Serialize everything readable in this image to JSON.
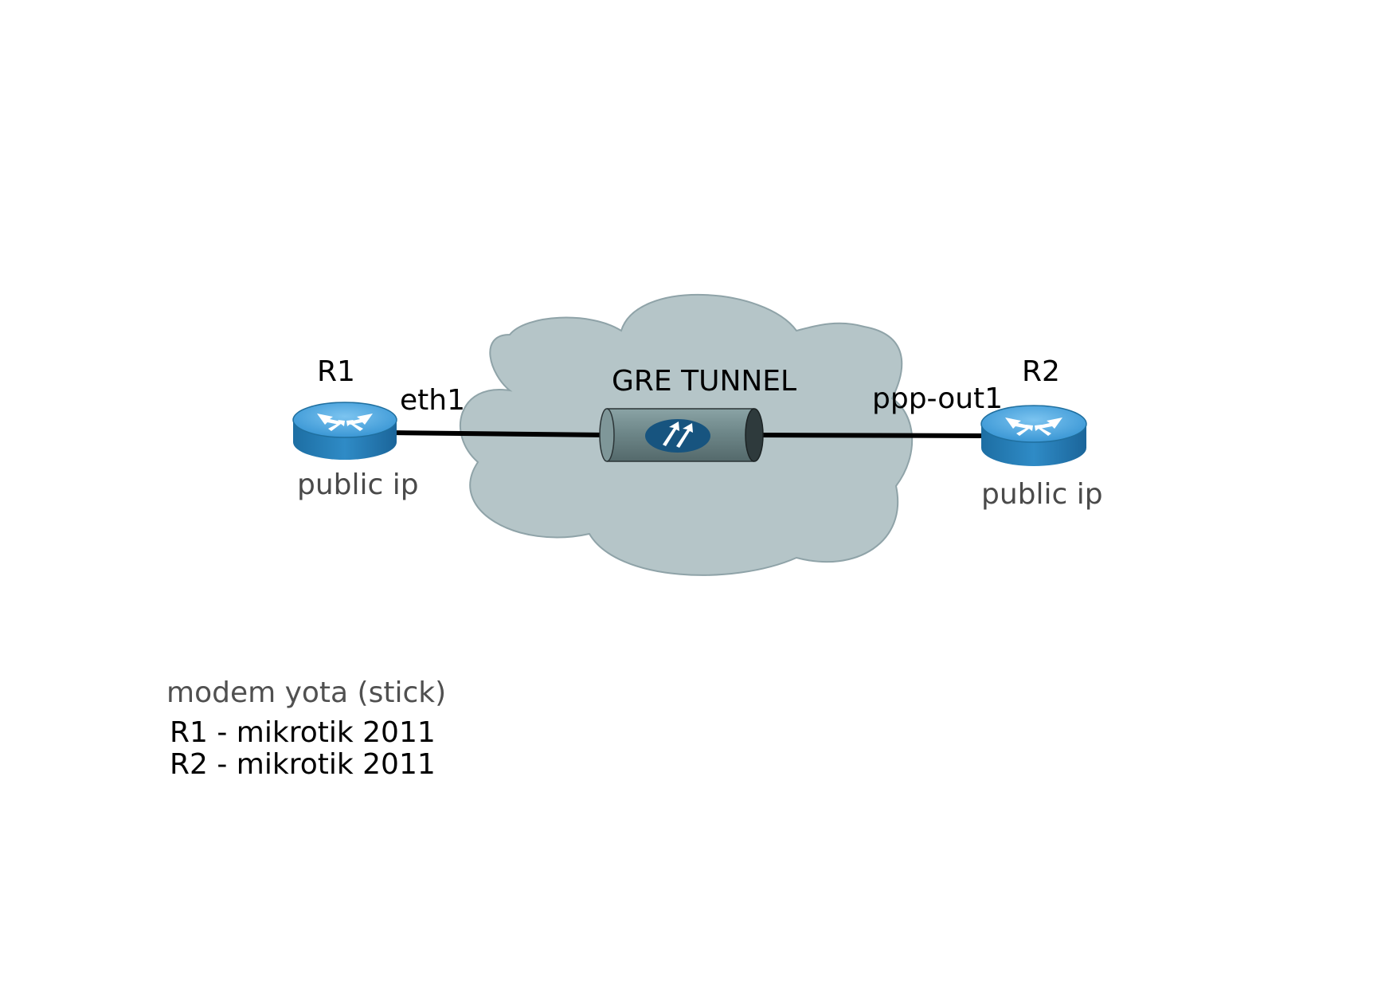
{
  "diagram": {
    "tunnel_label": "GRE TUNNEL",
    "routers": [
      {
        "id": "r1",
        "name": "R1",
        "ip_label": "public ip",
        "interface": "eth1"
      },
      {
        "id": "r2",
        "name": "R2",
        "ip_label": "public ip",
        "interface": "ppp-out1"
      }
    ]
  },
  "notes": {
    "line1": "modem yota (stick)",
    "line2": "R1 - mikrotik 2011",
    "line3": "R2 - mikrotik 2011"
  },
  "colors": {
    "cloud_fill": "#b5c5c8",
    "cloud_stroke": "#8fa3a8",
    "router_top": "#3a9ad6",
    "router_side": "#1a6fa6",
    "tunnel_body": "#6f8a8c",
    "tunnel_end": "#2e3a3c",
    "link": "#000000"
  }
}
